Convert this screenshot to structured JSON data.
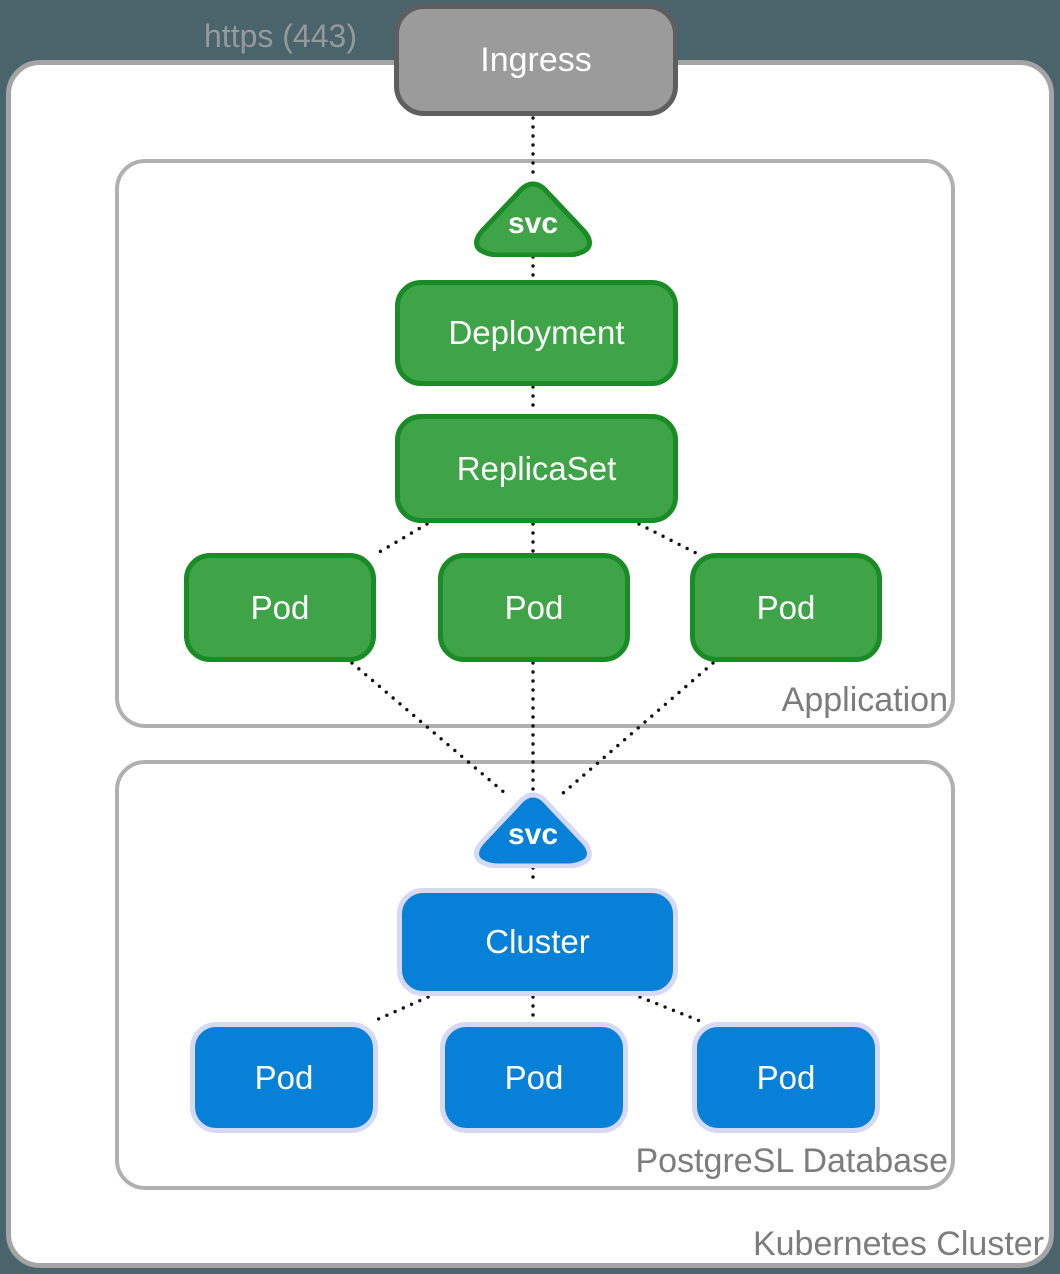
{
  "colors": {
    "canvas_background": "#4a646c",
    "node_green_fill": "#3fa348",
    "node_green_border": "#1a8c26",
    "node_blue_fill": "#0780d8",
    "node_blue_border": "#d5d9f6",
    "ingress_fill": "#9b9b9b",
    "ingress_border": "#5e5e5e",
    "frame_border": "#a4a4a4",
    "label_gray": "#7c7c7c",
    "connector": "#111111"
  },
  "external": {
    "protocol_label": "https (443)",
    "ingress": "Ingress"
  },
  "kubernetes_cluster": {
    "label": "Kubernetes Cluster",
    "application": {
      "label": "Application",
      "service": "svc",
      "deployment": "Deployment",
      "replicaset": "ReplicaSet",
      "pods": [
        "Pod",
        "Pod",
        "Pod"
      ]
    },
    "database": {
      "label": "PostgreSL Database",
      "service": "svc",
      "cluster": "Cluster",
      "pods": [
        "Pod",
        "Pod",
        "Pod"
      ]
    }
  }
}
